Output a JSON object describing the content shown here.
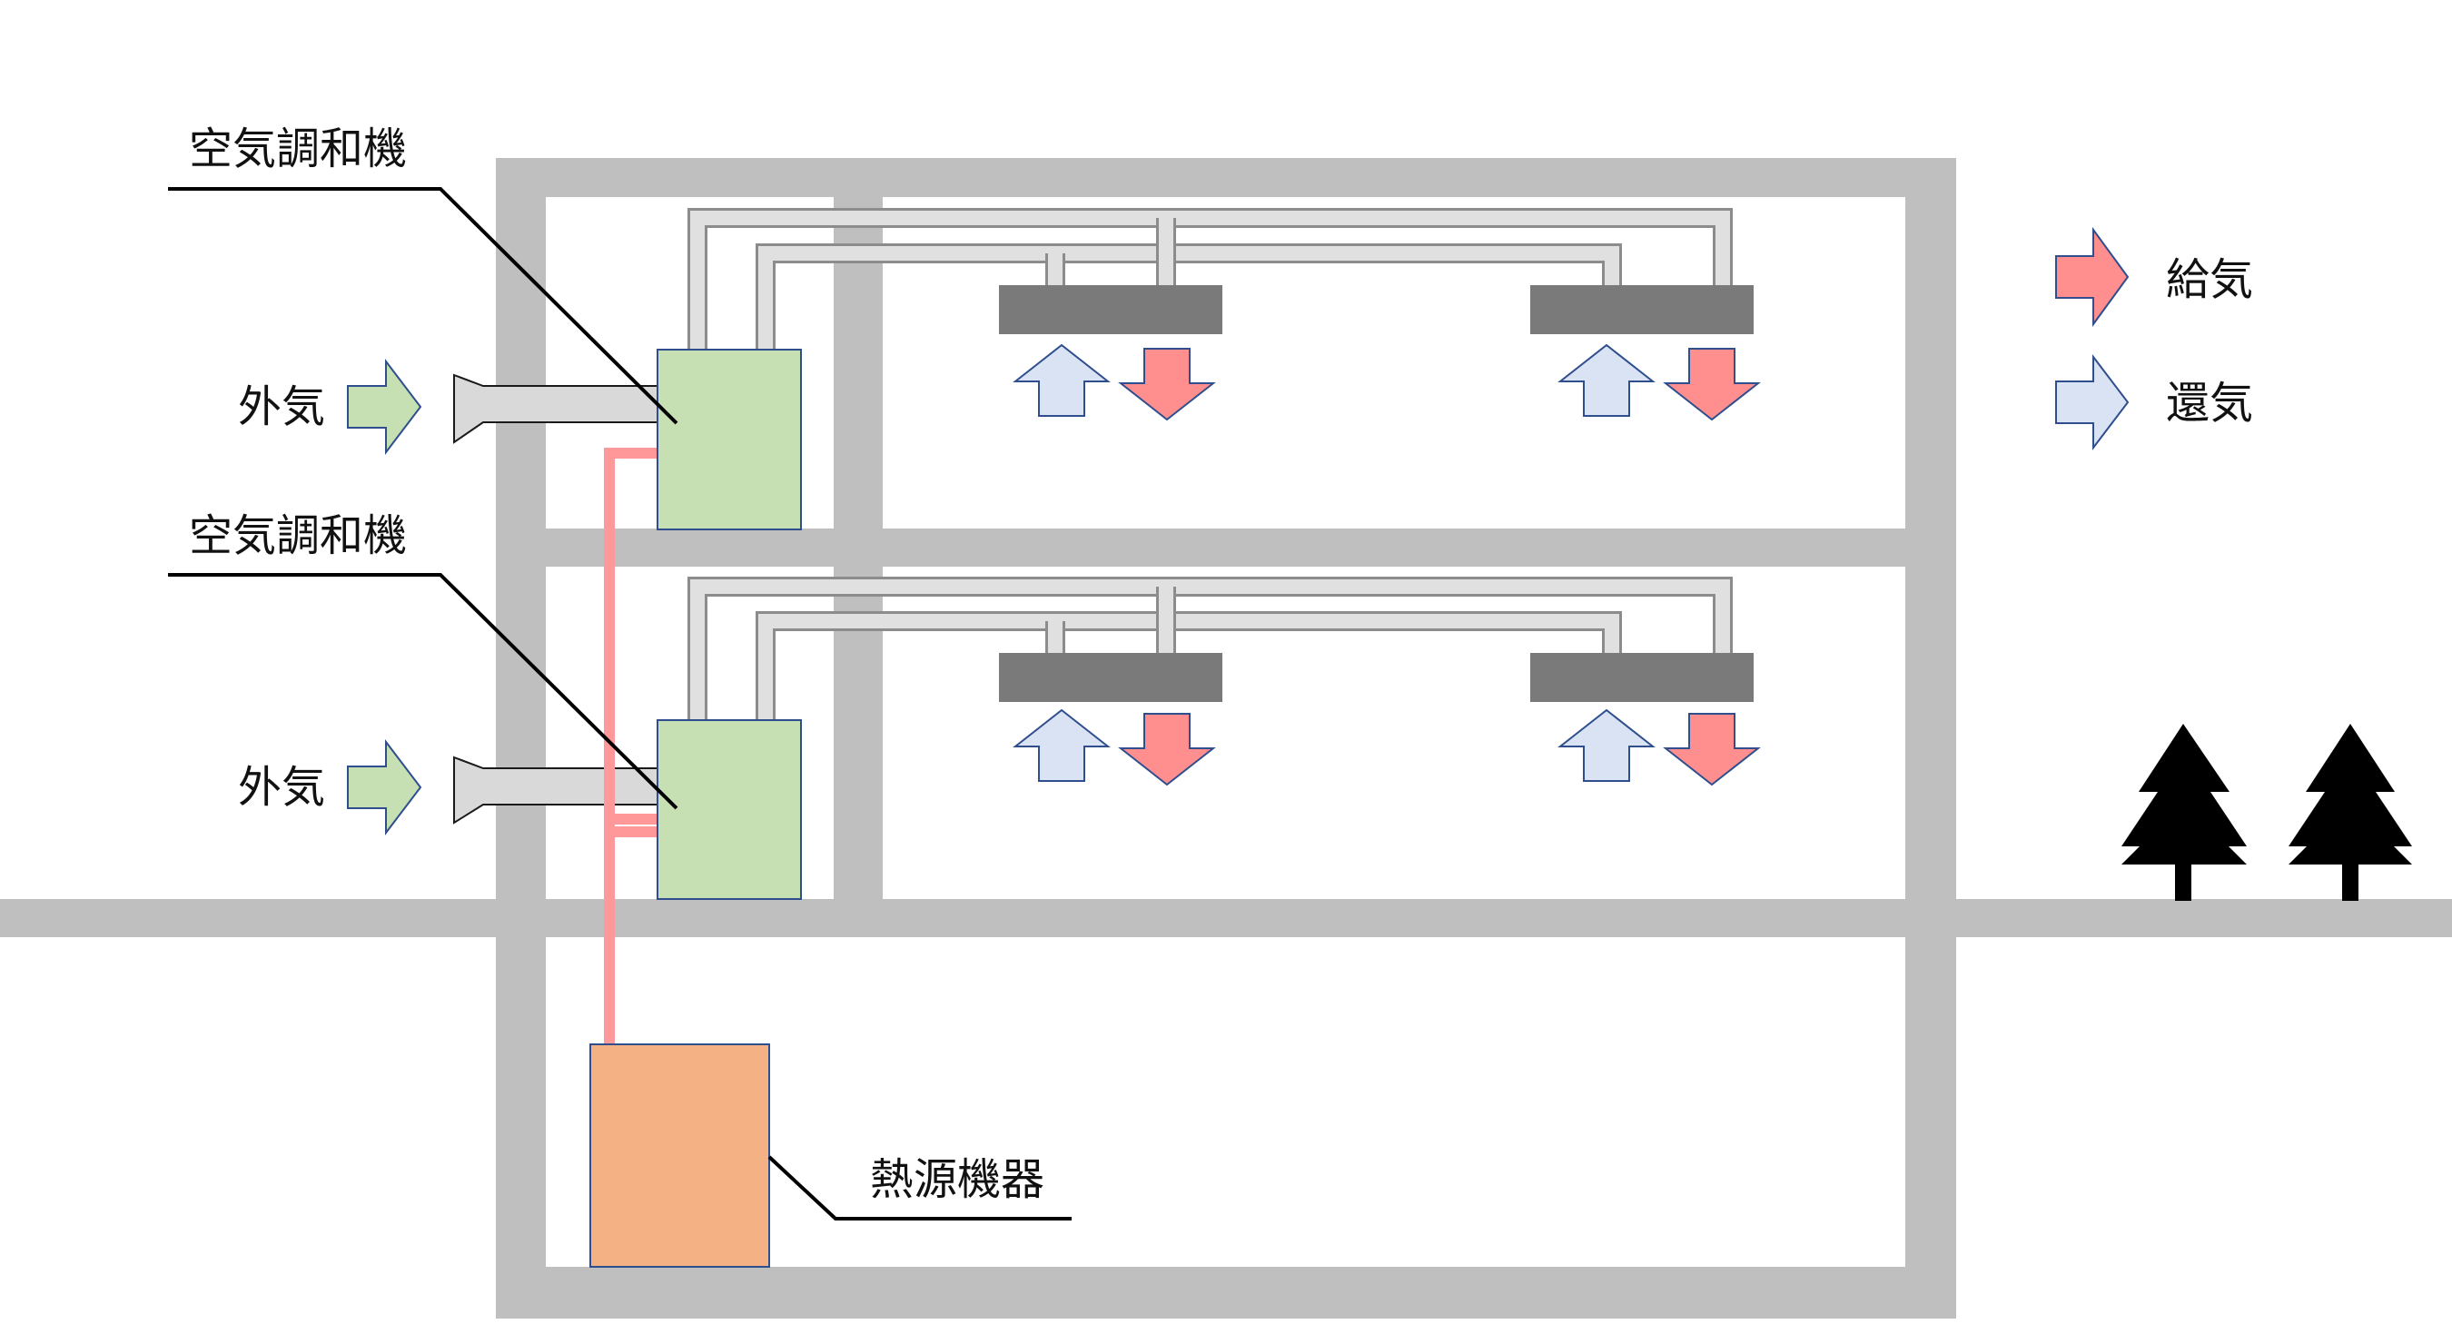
{
  "labels": {
    "ahu_upper": "空気調和機",
    "ahu_lower": "空気調和機",
    "outside_air_upper": "外気",
    "outside_air_lower": "外気",
    "heat_source": "熱源機器"
  },
  "legend": {
    "supply": "給気",
    "return": "還気"
  },
  "colors": {
    "structure": "#bfbfbf",
    "duct_fill": "#e0e0e0",
    "duct_stroke": "#8c8c8c",
    "diffuser": "#7a7a7a",
    "ahu_fill": "#c6e0b4",
    "ahu_stroke": "#2f4e8e",
    "heat_source_fill": "#f4b183",
    "heat_source_stroke": "#2f4e8e",
    "pipe": "#ff9999",
    "supply_arrow": "#ff8f8f",
    "return_arrow": "#dae3f3",
    "outside_air_arrow": "#c6e0b4",
    "arrow_stroke": "#2f4e8e",
    "tree": "#000000",
    "leader": "#000000"
  }
}
